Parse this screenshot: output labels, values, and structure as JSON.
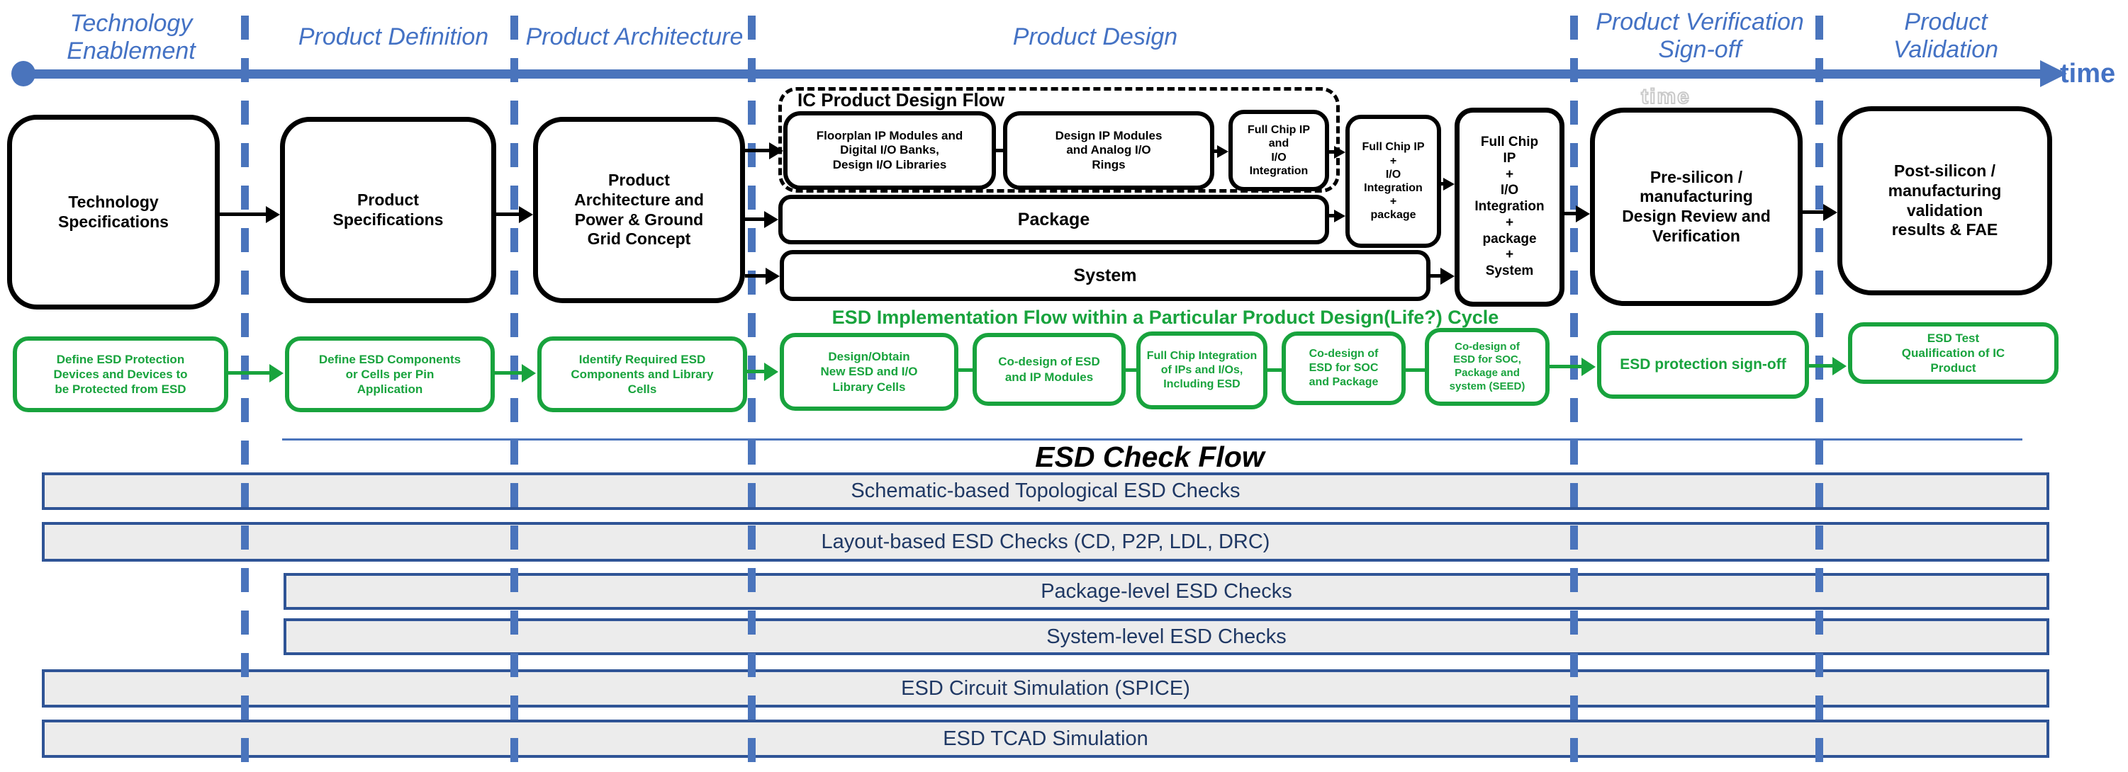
{
  "colors": {
    "accent_blue": "#4472C4",
    "dash_blue": "#4A74BC",
    "green": "#18A33D",
    "black": "#000000",
    "bar_fill": "#ECECEC",
    "bar_border": "#2F5496",
    "bar_text": "#1F3864",
    "ghost_gray": "#C9C9C9"
  },
  "timeline": {
    "time_label": "time",
    "ghost_label": "time"
  },
  "phases": [
    {
      "label": "Technology\nEnablement"
    },
    {
      "label": "Product Definition"
    },
    {
      "label": "Product Architecture"
    },
    {
      "label": "Product Design"
    },
    {
      "label": "Product Verification\nSign-off"
    },
    {
      "label": "Product\nValidation"
    }
  ],
  "product_flow": {
    "ic_flow_title": "IC Product Design Flow",
    "boxes": [
      {
        "label": "Technology\nSpecifications"
      },
      {
        "label": "Product\nSpecifications"
      },
      {
        "label": "Product\nArchitecture and\nPower & Ground\nGrid Concept"
      },
      {
        "label": "Floorplan IP Modules and\nDigital I/O Banks,\nDesign I/O Libraries"
      },
      {
        "label": "Design IP Modules\nand Analog I/O\nRings"
      },
      {
        "label": "Full Chip IP\nand\nI/O\nIntegration"
      },
      {
        "label": "Package"
      },
      {
        "label": "System"
      },
      {
        "label": "Full Chip IP\n+\nI/O\nIntegration\n+\npackage"
      },
      {
        "label": "Full Chip\nIP\n+\nI/O\nIntegration\n+\npackage\n+\nSystem"
      },
      {
        "label": "Pre-silicon /\nmanufacturing\nDesign Review and\nVerification"
      },
      {
        "label": "Post-silicon /\nmanufacturing\nvalidation\nresults & FAE"
      }
    ]
  },
  "esd_impl": {
    "title": "ESD Implementation Flow within a Particular Product Design(Life?) Cycle",
    "boxes": [
      {
        "label": "Define ESD Protection\nDevices and Devices to\nbe Protected from ESD"
      },
      {
        "label": "Define ESD Components\nor Cells per Pin\nApplication"
      },
      {
        "label": "Identify Required ESD\nComponents and Library\nCells"
      },
      {
        "label": "Design/Obtain\nNew ESD and I/O\nLibrary Cells"
      },
      {
        "label": "Co-design of ESD\nand IP Modules"
      },
      {
        "label": "Full Chip Integration\nof IPs and I/Os,\nIncluding ESD"
      },
      {
        "label": "Co-design of\nESD for SOC\nand Package"
      },
      {
        "label": "Co-design of\nESD for SOC,\nPackage and\nsystem (SEED)"
      },
      {
        "label": "ESD protection sign-off"
      },
      {
        "label": "ESD Test\nQualification of IC\nProduct"
      }
    ]
  },
  "check_flow": {
    "title": "ESD Check Flow",
    "bars": [
      "Schematic-based Topological ESD Checks",
      "Layout-based ESD Checks (CD, P2P, LDL, DRC)",
      "Package-level ESD Checks",
      "System-level ESD Checks",
      "ESD Circuit Simulation (SPICE)",
      "ESD TCAD Simulation"
    ]
  }
}
